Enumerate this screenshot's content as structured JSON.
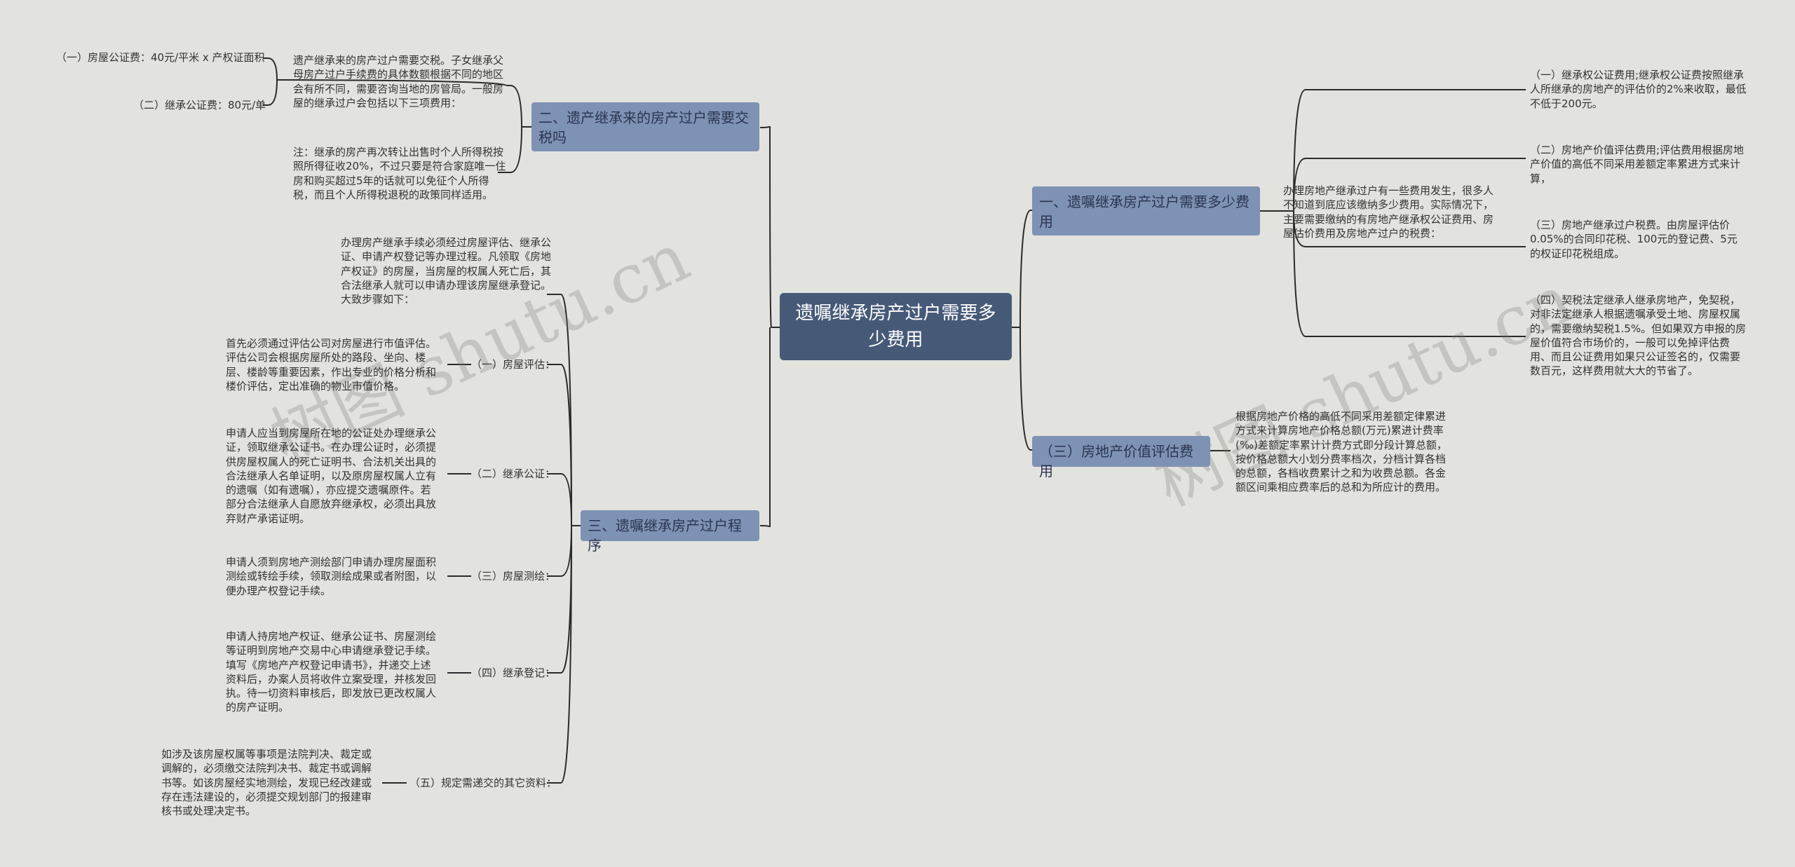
{
  "root": "遗嘱继承房产过户需要多少费用",
  "branches": {
    "b1": "一、遗嘱继承房产过户需要多少费用",
    "b2": "二、遗产继承来的房产过户需要交税吗",
    "b3": "三、遗嘱继承房产过户程序",
    "b4": "（三）房地产价值评估费用"
  },
  "b1": {
    "intro": "办理房地产继承过户有一些费用发生，很多人不知道到底应该缴纳多少费用。实际情况下，主要需要缴纳的有房地产继承权公证费用、房屋估价费用及房地产过户的税费：",
    "items": [
      "（一）继承权公证费用;继承权公证费按照继承人所继承的房地产的评估价的2%来收取，最低不低于200元。",
      "（二）房地产价值评估费用;评估费用根据房地产价值的高低不同采用差额定率累进方式来计算，",
      "（三）房地产继承过户税费。由房屋评估价0.05%的合同印花税、100元的登记费、5元的权证印花税组成。",
      "（四）契税法定继承人继承房地产，免契税，对非法定继承人根据遗嘱承受土地、房屋权属的，需要缴纳契税1.5%。但如果双方申报的房屋价值符合市场价的，一般可以免掉评估费用、而且公证费用如果只公证签名的，仅需要数百元，这样费用就大大的节省了。"
    ]
  },
  "b4": {
    "text": "根据房地产价格的高低不同采用差额定律累进方式来计算房地产价格总额(万元)累进计费率(‰)差额定率累计计费方式即分段计算总额，按价格总额大小划分费率档次，分档计算各档的总额，各档收费累计之和为收费总额。各金额区间乘相应费率后的总和为所应计的费用。"
  },
  "b2": {
    "main": "遗产继承来的房产过户需要交税。子女继承父母房产过户手续费的具体数额根据不同的地区会有所不同，需要咨询当地的房管局。一般房屋的继承过户会包括以下三项费用：",
    "fee1": "（一）房屋公证费：40元/平米 x 产权证面积",
    "fee2": "（二）继承公证费：80元/单",
    "note": "注：继承的房产再次转让出售时个人所得税按照所得征收20%，不过只要是符合家庭唯一住房和购买超过5年的话就可以免征个人所得税，而且个人所得税退税的政策同样适用。"
  },
  "b3": {
    "intro": "办理房产继承手续必须经过房屋评估、继承公证、申请产权登记等办理过程。凡领取《房地产权证》的房屋，当房屋的权属人死亡后，其合法继承人就可以申请办理该房屋继承登记。大致步骤如下：",
    "steps": [
      {
        "label": "（一）房屋评估：",
        "text": "首先必须通过评估公司对房屋进行市值评估。评估公司会根据房屋所处的路段、坐向、楼层、楼龄等重要因素，作出专业的价格分析和楼价评估，定出准确的物业市值价格。"
      },
      {
        "label": "（二）继承公证：",
        "text": "申请人应当到房屋所在地的公证处办理继承公证，领取继承公证书。在办理公证时，必须提供房屋权属人的死亡证明书、合法机关出具的合法继承人名单证明，以及原房屋权属人立有的遗嘱（如有遗嘱），亦应提交遗嘱原件。若部分合法继承人自愿放弃继承权，必须出具放弃财产承诺证明。"
      },
      {
        "label": "（三）房屋测绘：",
        "text": "申请人须到房地产测绘部门申请办理房屋面积测绘或转绘手续，领取测绘成果或者附图，以便办理产权登记手续。"
      },
      {
        "label": "（四）继承登记：",
        "text": "申请人持房地产权证、继承公证书、房屋测绘等证明到房地产交易中心申请继承登记手续。填写《房地产产权登记申请书》，并递交上述资料后，办案人员将收件立案受理，并核发回执。待一切资料审核后，即发放已更改权属人的房产证明。"
      },
      {
        "label": "（五）规定需递交的其它资料：",
        "text": "如涉及该房屋权属等事项是法院判决、裁定或调解的，必须缴交法院判决书、裁定书或调解书等。如该房屋经实地测绘，发现已经改建或存在违法建设的，必须提交规划部门的报建审核书或处理决定书。"
      }
    ]
  },
  "watermark": "树图 shutu.cn"
}
